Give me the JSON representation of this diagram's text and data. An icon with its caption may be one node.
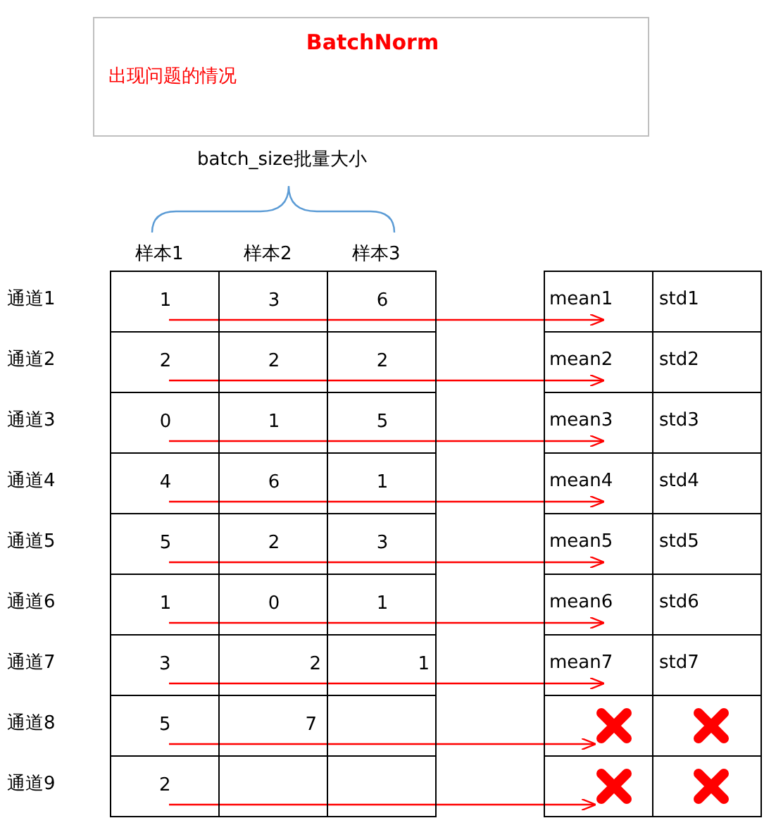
{
  "diagram": {
    "nodes": [
      {
        "text": [
          "BatchNorm",
          "出现问题的情况"
        ]
      },
      {
        "text": [
          "1",
          "3",
          "6"
        ]
      },
      {
        "text": [
          "mean1"
        ]
      },
      {
        "text": [
          "2",
          "2",
          "2"
        ]
      },
      {
        "text": [
          "mean2"
        ]
      },
      {
        "text": [
          "0",
          "1",
          "5"
        ]
      },
      {
        "text": [
          "mean3"
        ]
      },
      {
        "text": [
          "4",
          "6",
          "1"
        ]
      },
      {
        "text": [
          "mean4"
        ]
      },
      {
        "text": [
          "5",
          "2",
          "3"
        ]
      },
      {
        "text": [
          "mean5"
        ]
      },
      {
        "text": [
          "1",
          "0",
          "1"
        ]
      },
      {
        "text": [
          "mean6"
        ]
      },
      {
        "text": [
          "3",
          "2",
          "1"
        ]
      },
      {
        "text": [
          "mean7"
        ]
      },
      {
        "text": [
          "5",
          "7"
        ]
      },
      {
        "text": [],
        "shape": "box"
      },
      {
        "text": [
          "2"
        ]
      },
      {
        "text": [],
        "shape": "box"
      }
    ],
    "edges": [
      {
        "from": 1,
        "to": 2,
        "arrow": "to",
        "color": "#ff0000"
      },
      {
        "from": 3,
        "to": 4,
        "arrow": "to",
        "color": "#ff0000"
      },
      {
        "from": 5,
        "to": 6,
        "arrow": "to",
        "color": "#ff0000"
      },
      {
        "from": 7,
        "to": 8,
        "arrow": "to",
        "color": "#ff0000"
      },
      {
        "from": 9,
        "to": 10,
        "arrow": "to",
        "color": "#ff0000"
      },
      {
        "from": 11,
        "to": 12,
        "arrow": "to",
        "color": "#ff0000"
      },
      {
        "from": 13,
        "to": 14,
        "arrow": "to",
        "color": "#ff0000"
      },
      {
        "from": 15,
        "to": 16,
        "arrow": "to",
        "color": "#ff0000"
      },
      {
        "from": 17,
        "to": 18,
        "arrow": "to",
        "color": "#ff0000"
      }
    ],
    "labels": [
      "batch_size批量大小",
      "样本1",
      "样本2",
      "样本3",
      "通道1",
      "std1",
      "通道2",
      "std2",
      "通道3",
      "std3",
      "通道4",
      "std4",
      "通道5",
      "std5",
      "通道6",
      "std6",
      "通道7",
      "std7",
      "通道8",
      "通道9"
    ]
  }
}
